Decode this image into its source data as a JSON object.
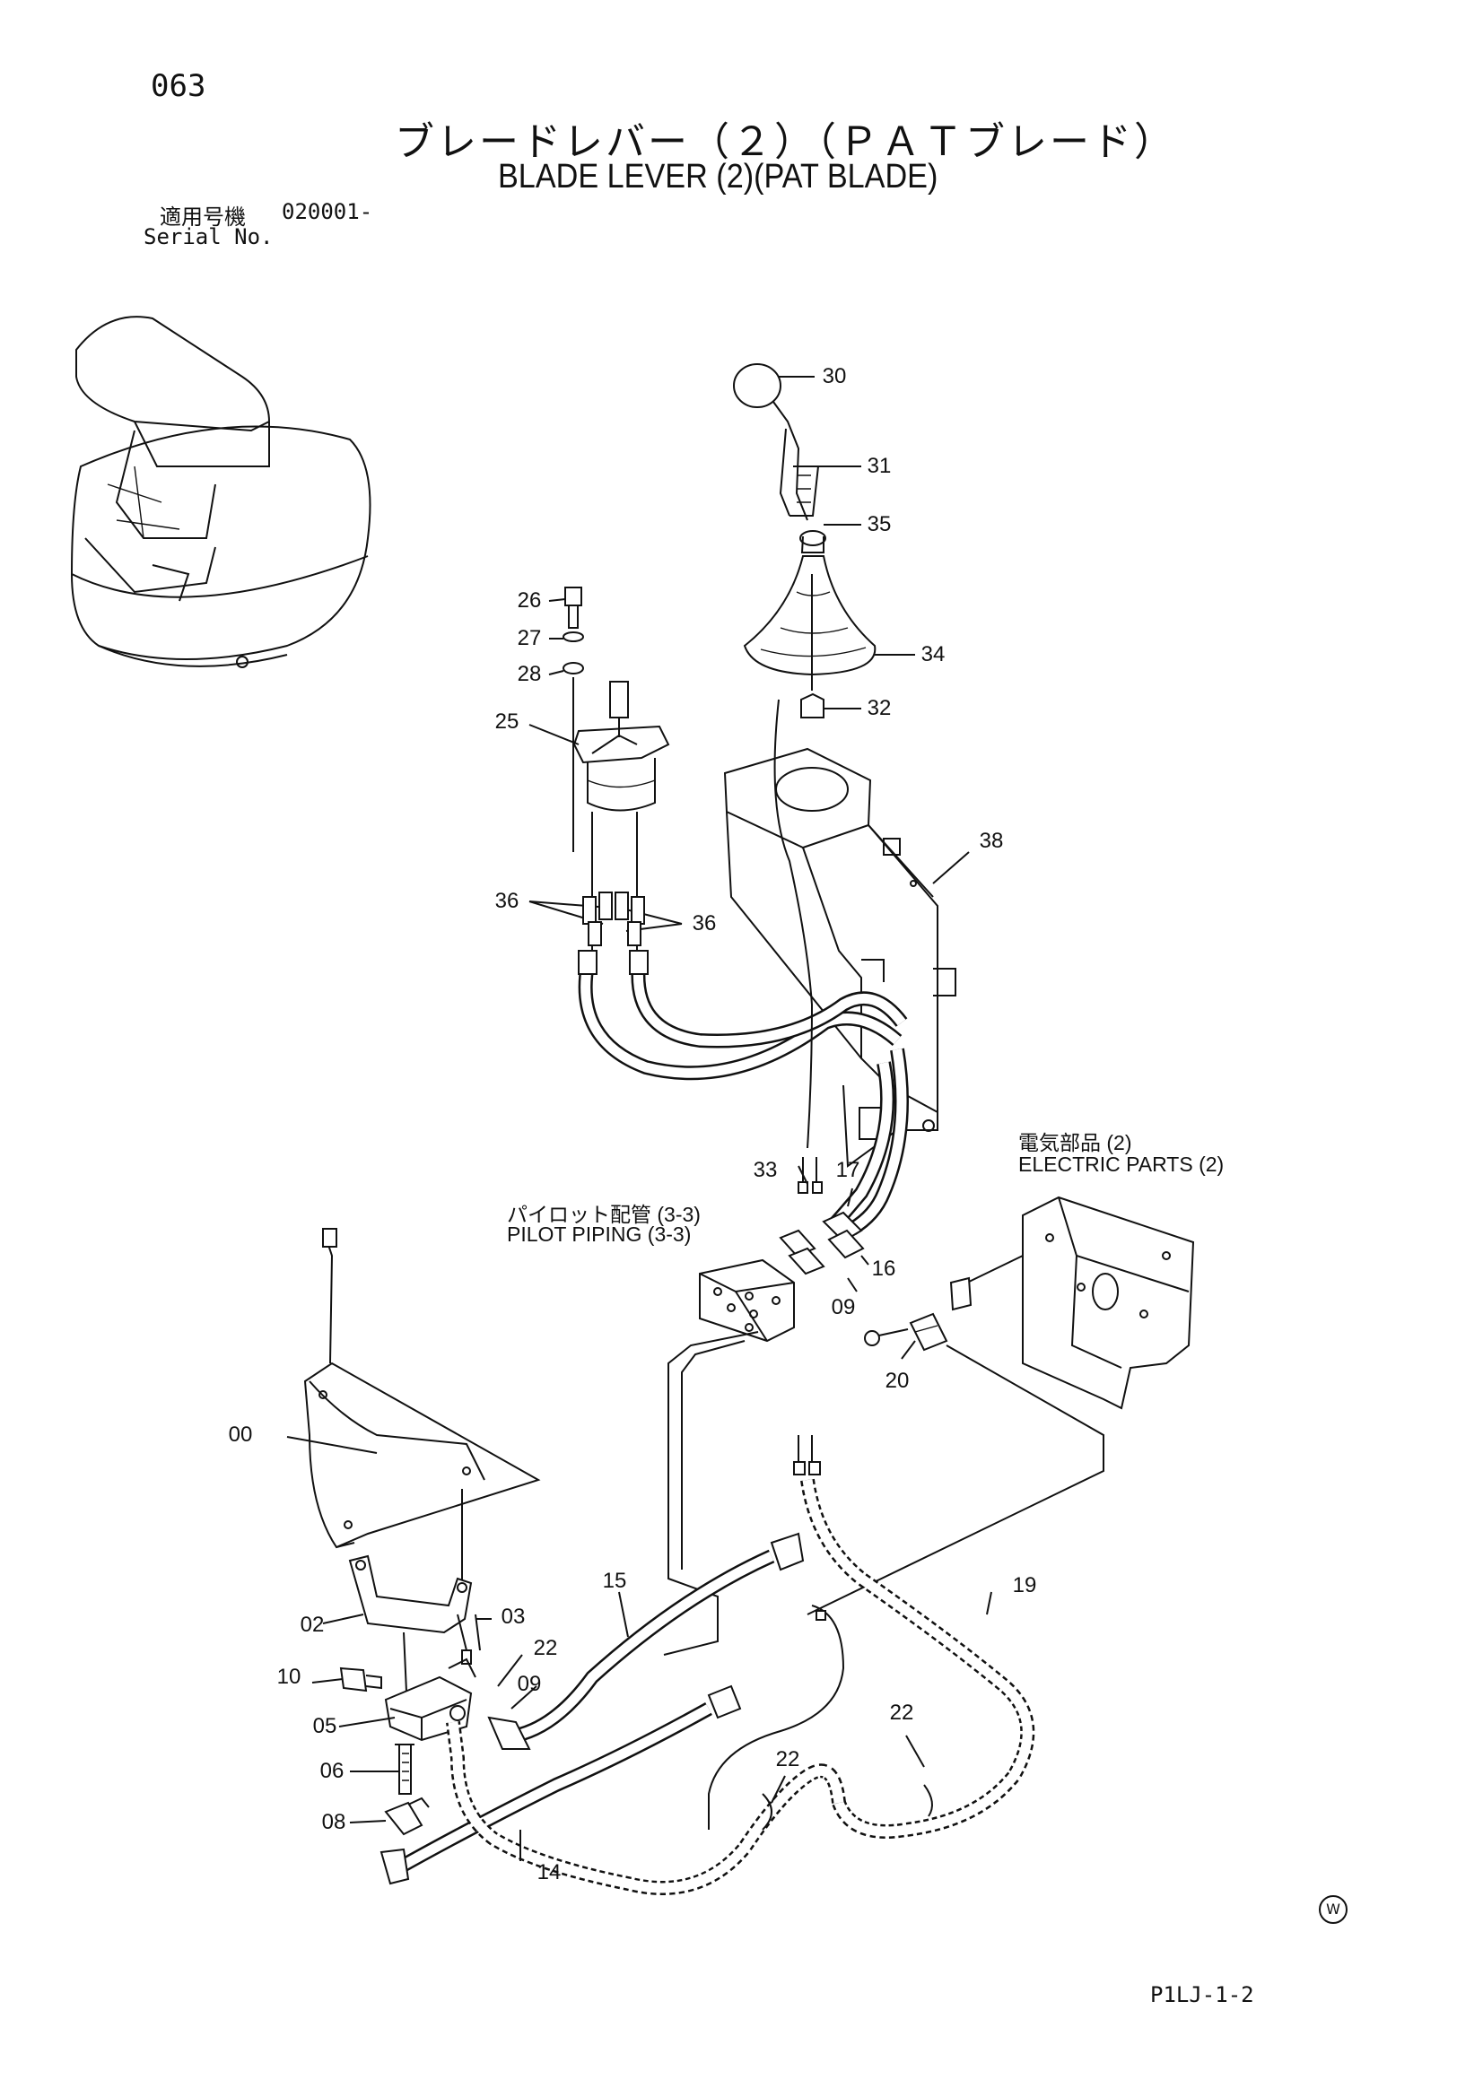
{
  "header": {
    "page_number": "063",
    "title_jp": "ブレードレバー（２）（ＰＡＴブレード）",
    "title_en": "BLADE LEVER (2)(PAT BLADE)",
    "serial_label_jp": "適用号機",
    "serial_value": "020001-",
    "serial_label_en": "Serial No."
  },
  "references": {
    "electric_parts_jp": "電気部品 (2)",
    "electric_parts_en": "ELECTRIC  PARTS (2)",
    "pilot_piping_jp": "パイロット配管 (3-3)",
    "pilot_piping_en": "PILOT  PIPING (3-3)"
  },
  "callouts": {
    "c30": "30",
    "c31": "31",
    "c35": "35",
    "c34": "34",
    "c32": "32",
    "c26": "26",
    "c27": "27",
    "c28": "28",
    "c25": "25",
    "c38": "38",
    "c36a": "36",
    "c36b": "36",
    "c33": "33",
    "c17": "17",
    "c16": "16",
    "c09a": "09",
    "c20": "20",
    "c00": "00",
    "c02": "02",
    "c03": "03",
    "c22a": "22",
    "c10": "10",
    "c09b": "09",
    "c05": "05",
    "c15": "15",
    "c19": "19",
    "c22b": "22",
    "c22c": "22",
    "c06": "06",
    "c08": "08",
    "c14": "14"
  },
  "footer": {
    "watermark_symbol": "W",
    "sheet_code": "P1LJ-1-2"
  }
}
